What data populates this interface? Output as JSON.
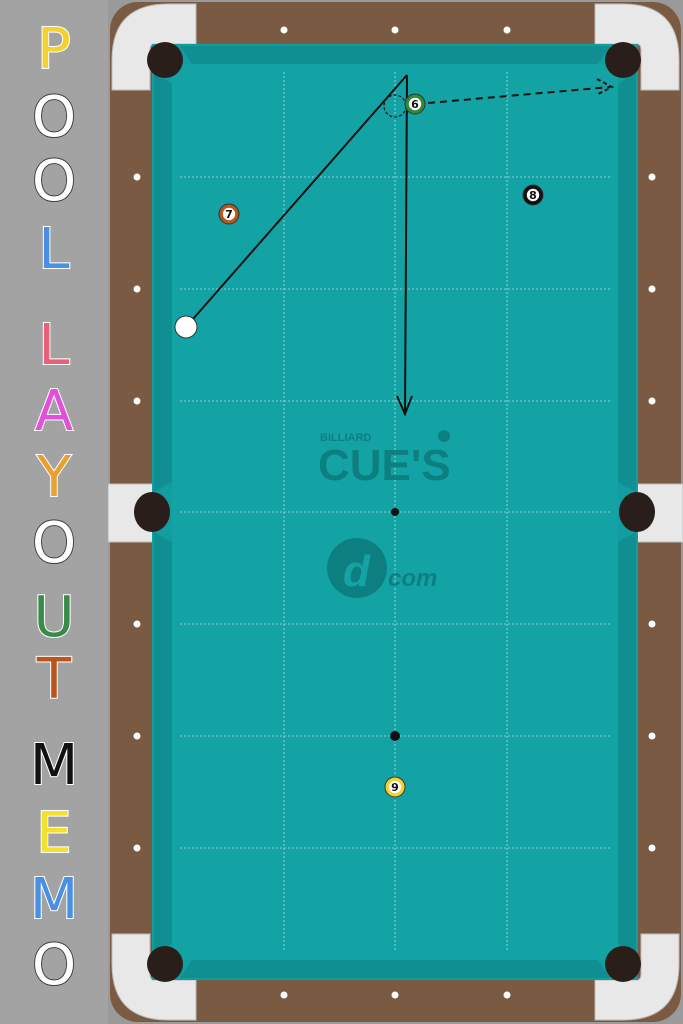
{
  "sidebar": {
    "letters": [
      {
        "char": "P",
        "color": "#f2d22e"
      },
      {
        "char": "O",
        "color": "#ffffff"
      },
      {
        "char": "O",
        "color": "#ffffff"
      },
      {
        "char": "L",
        "color": "#4a90e2"
      },
      {
        "char": "L",
        "color": "#e8607a"
      },
      {
        "char": "A",
        "color": "#e050d8"
      },
      {
        "char": "Y",
        "color": "#e8a030"
      },
      {
        "char": "O",
        "color": "#ffffff"
      },
      {
        "char": "U",
        "color": "#3a8a4a"
      },
      {
        "char": "T",
        "color": "#b8561e"
      },
      {
        "char": "M",
        "color": "#111111"
      },
      {
        "char": "E",
        "color": "#f2e22e"
      },
      {
        "char": "M",
        "color": "#4a90e2"
      },
      {
        "char": "O",
        "color": "#ffffff"
      }
    ]
  },
  "watermark": {
    "billiard": "BILLIARD",
    "cues": "CUE'S",
    "com": "com"
  },
  "balls": [
    {
      "id": "ball-6",
      "number": "6",
      "color": "#2e8b3a"
    },
    {
      "id": "ball-7",
      "number": "7",
      "color": "#b8561e"
    },
    {
      "id": "ball-8",
      "number": "8",
      "color": "#111111"
    },
    {
      "id": "ball-9",
      "number": "9",
      "color": "#f2d22e"
    },
    {
      "id": "cue-ball",
      "number": "",
      "color": "#ffffff"
    }
  ],
  "colors": {
    "felt": "#129ea0",
    "cushion": "#1a9c9e",
    "rail": "#7a5a42",
    "corner": "#e6e6e6",
    "pocket": "#2a1e1a",
    "diamond": "#ffffff"
  }
}
